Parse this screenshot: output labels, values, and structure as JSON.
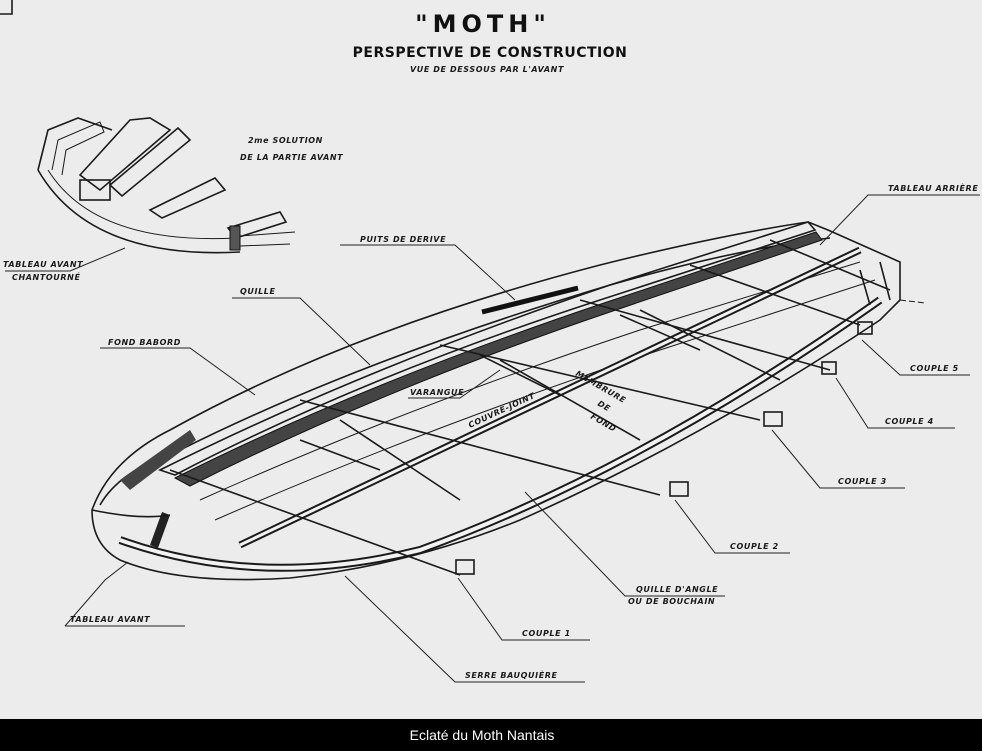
{
  "title": "\"MOTH\"",
  "subtitle": "PERSPECTIVE DE CONSTRUCTION",
  "view_note": "VUE DE DESSOUS PAR L'AVANT",
  "inset": {
    "heading_line1": "2me SOLUTION",
    "heading_line2": "DE LA PARTIE AVANT",
    "label_line1": "TABLEAU AVANT",
    "label_line2": "CHANTOURNÉ"
  },
  "labels": {
    "puits_de_derive": "PUITS DE DERIVE",
    "quille": "QUILLE",
    "fond_babord": "FOND BABORD",
    "varangue": "VARANGUE",
    "couvre_joint": "COUVRE-JOINT",
    "membrure_1": "MEMBRURE",
    "membrure_2": "DE",
    "membrure_3": "FOND",
    "tableau_arriere": "TABLEAU ARRIÈRE",
    "couple_5": "COUPLE 5",
    "couple_4": "COUPLE 4",
    "couple_3": "COUPLE 3",
    "couple_2": "COUPLE 2",
    "couple_1": "COUPLE 1",
    "quille_angle_1": "QUILLE D'ANGLE",
    "quille_angle_2": "OU DE BOUCHAIN",
    "tableau_avant": "TABLEAU AVANT",
    "serre_bauquiere": "SERRE BAUQUIÈRE"
  },
  "caption": "Eclaté du Moth Nantais"
}
